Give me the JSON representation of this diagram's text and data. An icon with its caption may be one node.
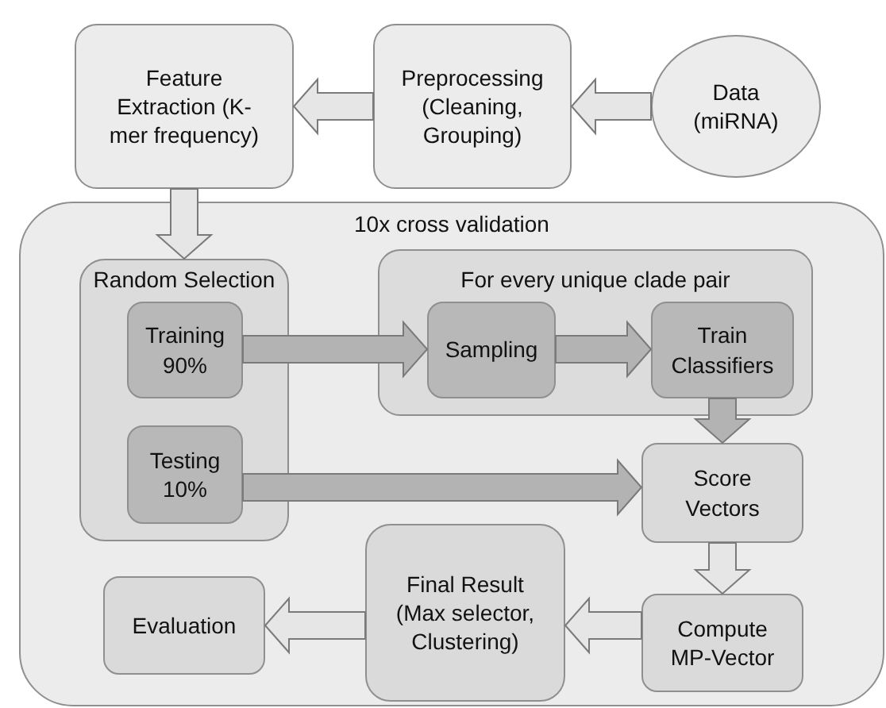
{
  "diagram": {
    "nodes": [
      {
        "text": [
          "Feature Extraction (K-mer frequency)"
        ]
      },
      {
        "text": [
          "Preprocessing (Cleaning, Grouping)"
        ]
      },
      {
        "text": [
          "Data (miRNA)"
        ]
      },
      {
        "text": [
          "10x cross validation"
        ]
      },
      {
        "text": [
          "Random Selection"
        ],
        "in": 3
      },
      {
        "text": [
          "Training 90%"
        ],
        "in": 4
      },
      {
        "text": [
          "Testing 10%"
        ],
        "in": 4
      },
      {
        "text": [
          "For every unique clade pair"
        ],
        "in": 3
      },
      {
        "text": [
          "Sampling"
        ],
        "in": 7
      },
      {
        "text": [
          "Train Classifiers"
        ],
        "in": 7
      },
      {
        "text": [
          "Score Vectors"
        ],
        "in": 3
      },
      {
        "text": [
          "Evaluation"
        ],
        "in": 3
      },
      {
        "text": [
          "Final Result (Max selector, Clustering)"
        ],
        "in": 3
      },
      {
        "text": [
          "Compute MP-Vector"
        ],
        "in": 3
      }
    ],
    "edges": [
      {
        "from": 2,
        "to": 1,
        "arrow": "to"
      },
      {
        "from": 1,
        "to": 0,
        "arrow": "to"
      },
      {
        "from": 0,
        "to": 4,
        "arrow": "to"
      },
      {
        "from": 5,
        "to": 8,
        "arrow": "to",
        "color": "#b3b3b3"
      },
      {
        "from": 8,
        "to": 9,
        "arrow": "to",
        "color": "#b3b3b3"
      },
      {
        "from": 9,
        "to": 10,
        "arrow": "to",
        "color": "#b3b3b3"
      },
      {
        "from": 6,
        "to": 10,
        "arrow": "to",
        "color": "#b3b3b3"
      },
      {
        "from": 10,
        "to": 13,
        "arrow": "to"
      },
      {
        "from": 13,
        "to": 12,
        "arrow": "to"
      },
      {
        "from": 12,
        "to": 11,
        "arrow": "to"
      }
    ]
  }
}
